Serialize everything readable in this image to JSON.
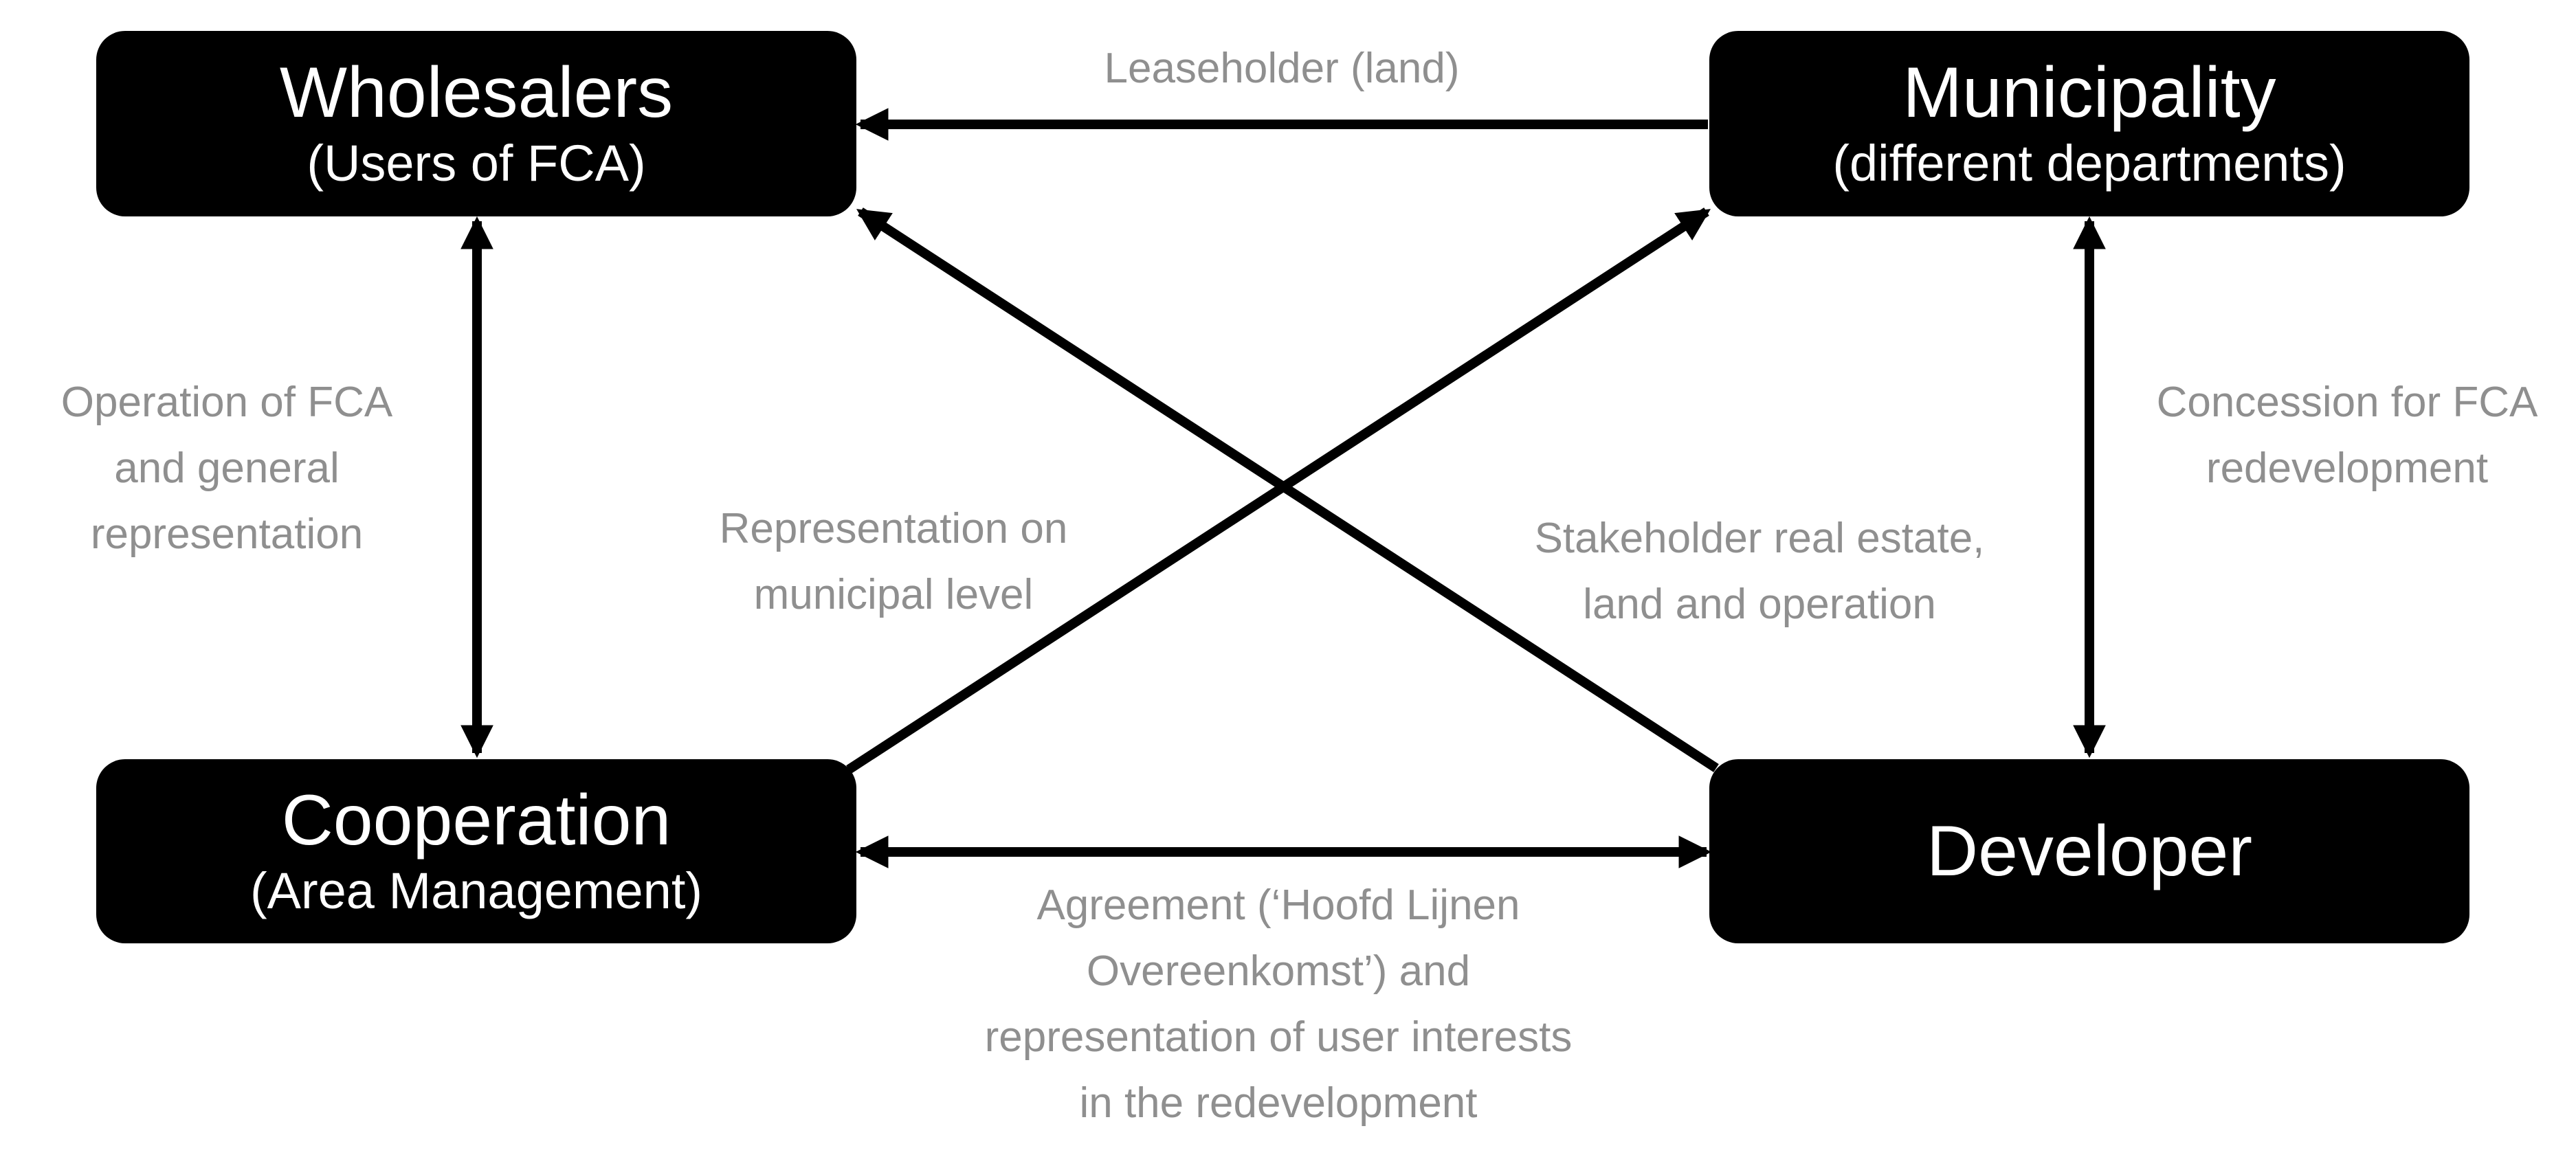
{
  "nodes": {
    "wholesalers": {
      "title": "Wholesalers",
      "subtitle": "(Users of FCA)"
    },
    "municipality": {
      "title": "Municipality",
      "subtitle": "(different departments)"
    },
    "cooperation": {
      "title": "Cooperation",
      "subtitle": "(Area Management)"
    },
    "developer": {
      "title": "Developer"
    }
  },
  "edges": {
    "leaseholder": {
      "lines": [
        "Leaseholder (land)"
      ]
    },
    "operation": {
      "lines": [
        "Operation of FCA",
        "and general",
        "representation"
      ]
    },
    "concession": {
      "lines": [
        "Concession for FCA",
        "redevelopment"
      ]
    },
    "representation": {
      "lines": [
        "Representation on",
        "municipal level"
      ]
    },
    "stakeholder": {
      "lines": [
        "Stakeholder real estate,",
        "land and operation"
      ]
    },
    "agreement": {
      "lines": [
        "Agreement (‘Hoofd Lijnen",
        "Overeenkomst’) and",
        "representation of user interests",
        "in the redevelopment"
      ]
    }
  },
  "colors": {
    "node_fill": "#000000",
    "node_text": "#ffffff",
    "label_text": "#8f8f8f",
    "arrow": "#000000"
  }
}
